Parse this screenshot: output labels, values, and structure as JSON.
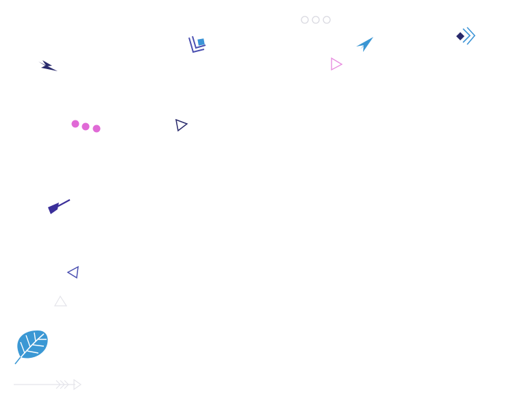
{
  "colors": {
    "navy": "#28296b",
    "indigo": "#3b2f9a",
    "violet": "#4a4fb0",
    "blue": "#3b93d6",
    "sky": "#3a96d3",
    "pink": "#e06ad6",
    "light_pink": "#e88fe0",
    "pale_gray": "#d8d8e0",
    "faint_gray": "#e4e4ea",
    "leaf": "#3b98d4"
  },
  "decorations": [
    {
      "name": "three-circles-icon",
      "color": "pale_gray"
    },
    {
      "name": "layered-squares-icon",
      "color": "blue"
    },
    {
      "name": "paper-plane-icon",
      "color": "sky"
    },
    {
      "name": "double-chevron-diamond-icon",
      "color": "blue"
    },
    {
      "name": "arrowhead-icon",
      "color": "navy"
    },
    {
      "name": "triangle-outline-pink-icon",
      "color": "light_pink"
    },
    {
      "name": "three-dots-pink-icon",
      "color": "pink"
    },
    {
      "name": "triangle-outline-navy-icon",
      "color": "navy"
    },
    {
      "name": "arrow-icon",
      "color": "indigo"
    },
    {
      "name": "triangle-outline-violet-icon",
      "color": "violet"
    },
    {
      "name": "triangle-outline-faint-icon",
      "color": "faint_gray"
    },
    {
      "name": "leaf-icon",
      "color": "leaf"
    },
    {
      "name": "arrow-line-faint-icon",
      "color": "faint_gray"
    }
  ]
}
